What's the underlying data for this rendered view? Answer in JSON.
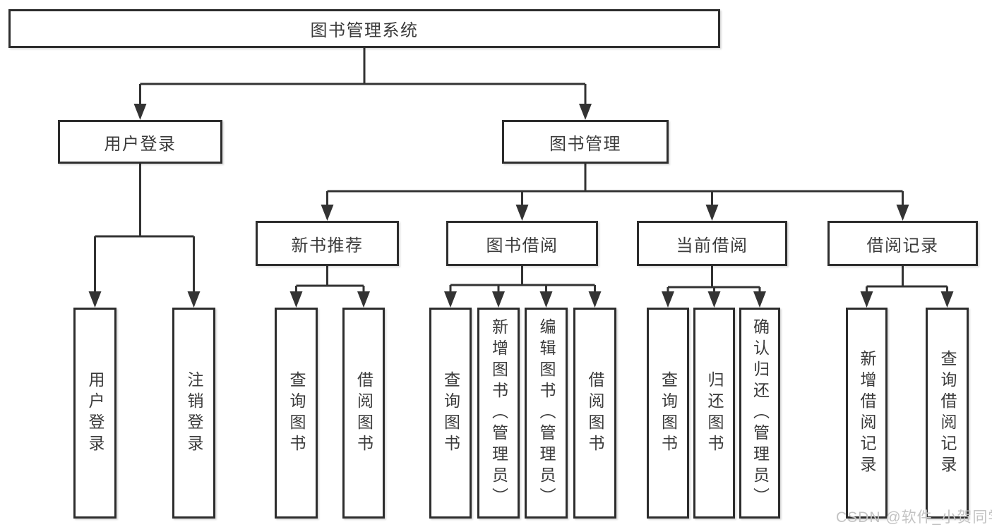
{
  "tree": {
    "root": {
      "label": "图书管理系统"
    },
    "branches": [
      {
        "label": "用户登录",
        "children": [
          {
            "label": "用户登录"
          },
          {
            "label": "注销登录"
          }
        ]
      },
      {
        "label": "图书管理",
        "children": [
          {
            "label": "新书推荐",
            "children": [
              {
                "label": "查询图书"
              },
              {
                "label": "借阅图书"
              }
            ]
          },
          {
            "label": "图书借阅",
            "children": [
              {
                "label": "查询图书"
              },
              {
                "label": "新增图书（管理员）"
              },
              {
                "label": "编辑图书（管理员）"
              },
              {
                "label": "借阅图书"
              }
            ]
          },
          {
            "label": "当前借阅",
            "children": [
              {
                "label": "查询图书"
              },
              {
                "label": "归还图书"
              },
              {
                "label": "确认归还（管理员）"
              }
            ]
          },
          {
            "label": "借阅记录",
            "children": [
              {
                "label": "新增借阅记录"
              },
              {
                "label": "查询借阅记录"
              }
            ]
          }
        ]
      }
    ]
  },
  "colors": {
    "line": "#333333",
    "border": "#2d2d2d",
    "text": "#3b3b3b",
    "watermark": "#c3c3c3"
  },
  "watermark": {
    "text": "CSDN @软件_小贺同学"
  }
}
